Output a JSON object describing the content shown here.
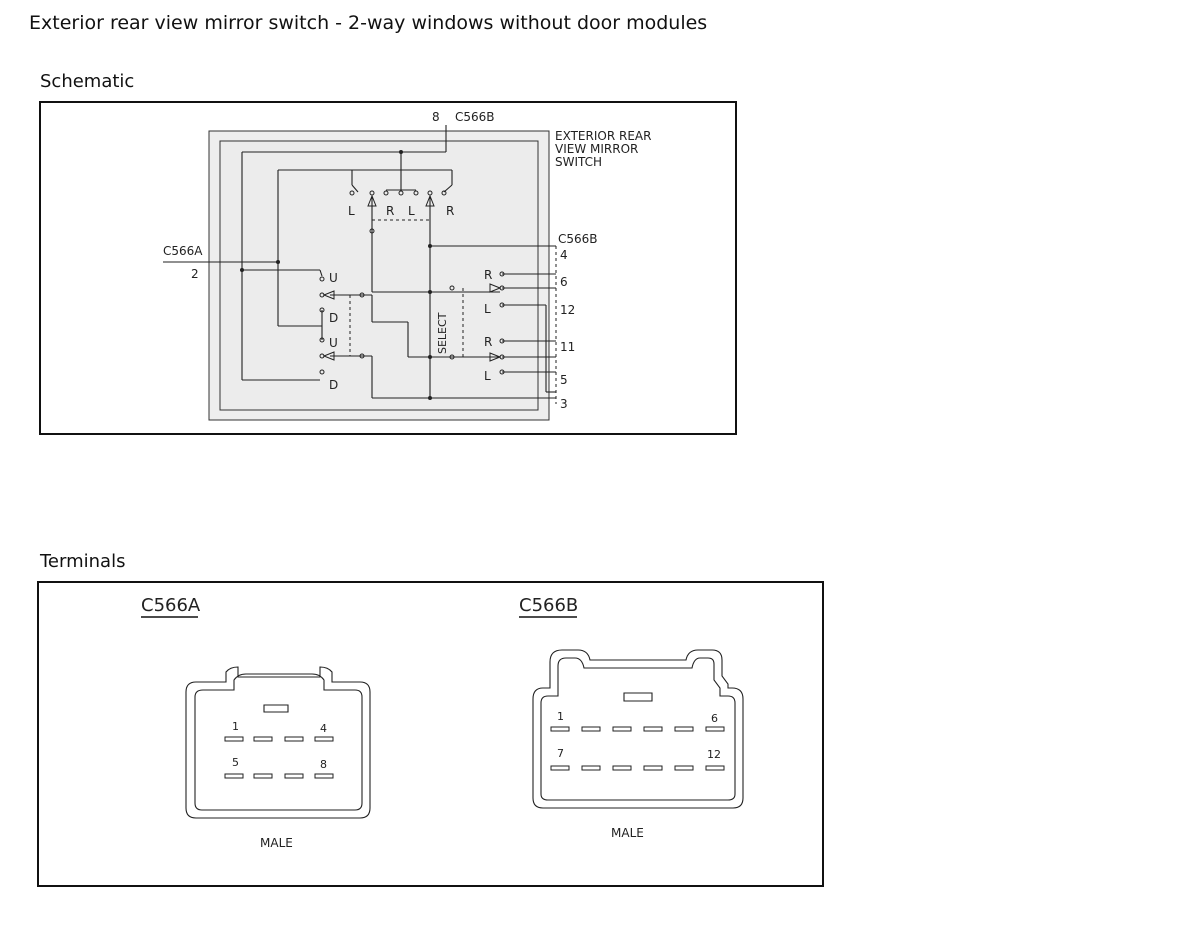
{
  "title": "Exterior rear view mirror switch - 2-way windows without door modules",
  "sections": {
    "schematic": "Schematic",
    "terminals": "Terminals"
  },
  "schematic": {
    "component": [
      "EXTERIOR REAR",
      "VIEW MIRROR",
      "SWITCH"
    ],
    "top_connector": {
      "pin": "8",
      "name": "C566B"
    },
    "left_connector": {
      "name": "C566A",
      "pin": "2"
    },
    "right_connector": {
      "name": "C566B",
      "pins": [
        "4",
        "6",
        "12",
        "11",
        "5",
        "3"
      ]
    },
    "select_switch": {
      "labels": [
        "L",
        "R",
        "L",
        "R"
      ]
    },
    "direction_labels": {
      "up": "U",
      "down": "D"
    },
    "output_labels": {
      "right": "R",
      "left": "L"
    },
    "select_label": "SELECT"
  },
  "terminals": {
    "c566a": {
      "name": "C566A",
      "pins": [
        "1",
        "4",
        "5",
        "8"
      ],
      "gender": "MALE"
    },
    "c566b": {
      "name": "C566B",
      "pins": [
        "1",
        "6",
        "7",
        "12"
      ],
      "gender": "MALE"
    }
  }
}
